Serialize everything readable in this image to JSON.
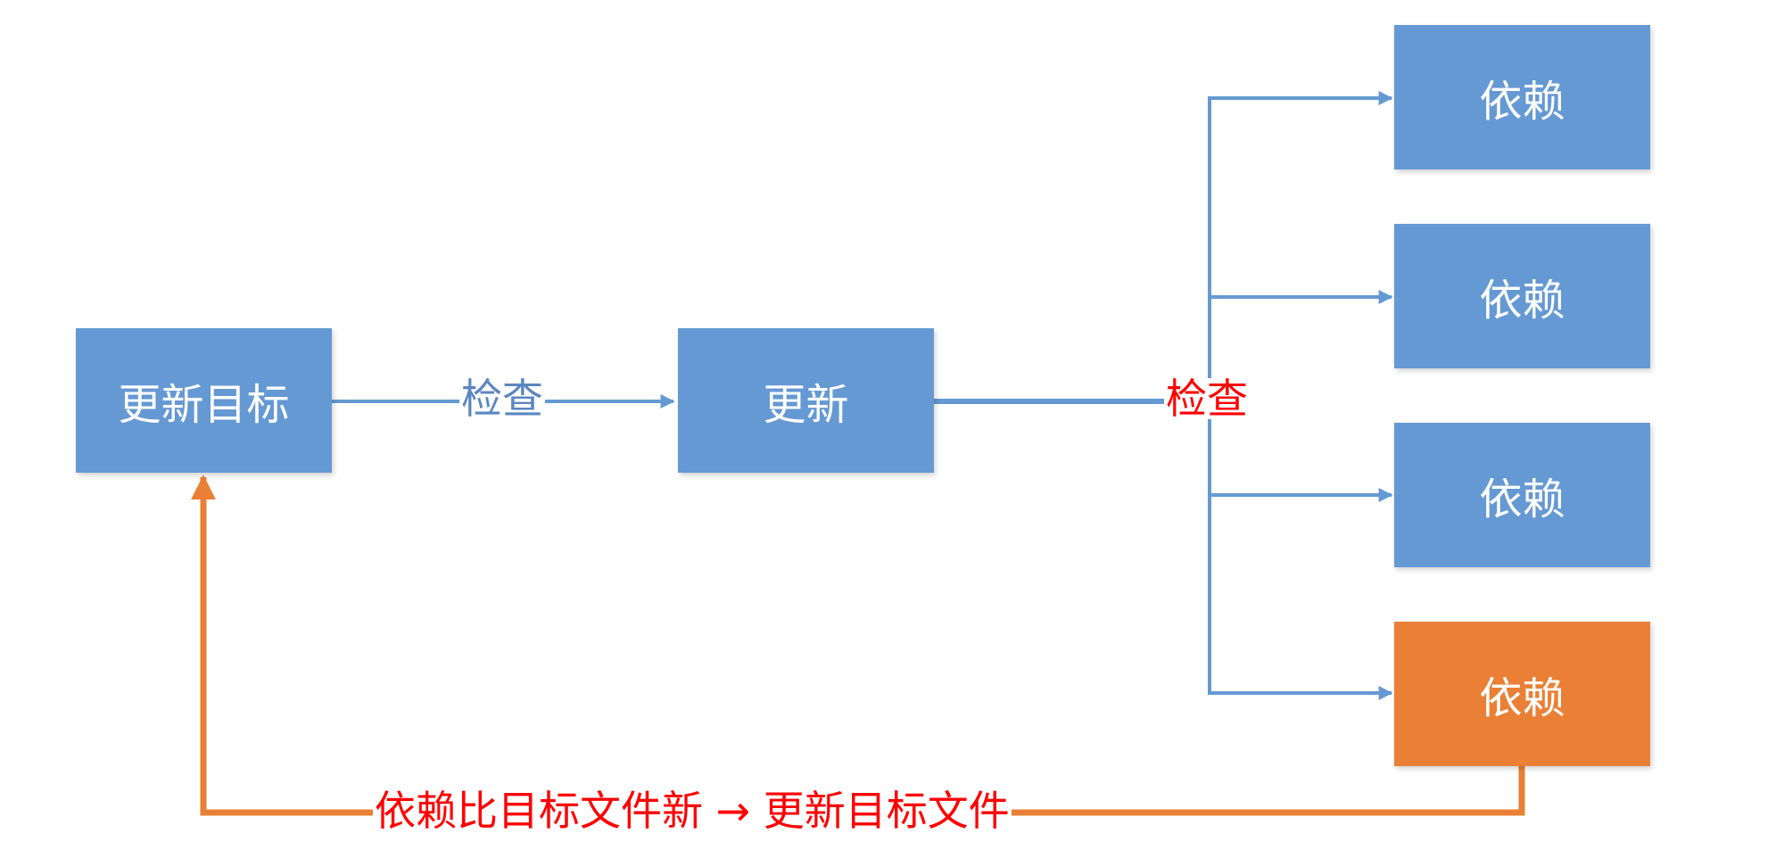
{
  "colors": {
    "node_blue": "#6599d3",
    "node_orange": "#e98035",
    "edge_blue": "#6599d3",
    "edge_orange": "#e98035",
    "label_blue": "#5b86c1",
    "label_red": "#ff0000",
    "text_white": "#ffffff"
  },
  "nodes": {
    "target": "更新目标",
    "update": "更新",
    "dependencies": [
      "依赖",
      "依赖",
      "依赖",
      "依赖"
    ]
  },
  "edges": {
    "check_label_1": "检查",
    "check_label_2": "检查",
    "feedback_label": "依赖比目标文件新 → 更新目标文件"
  }
}
